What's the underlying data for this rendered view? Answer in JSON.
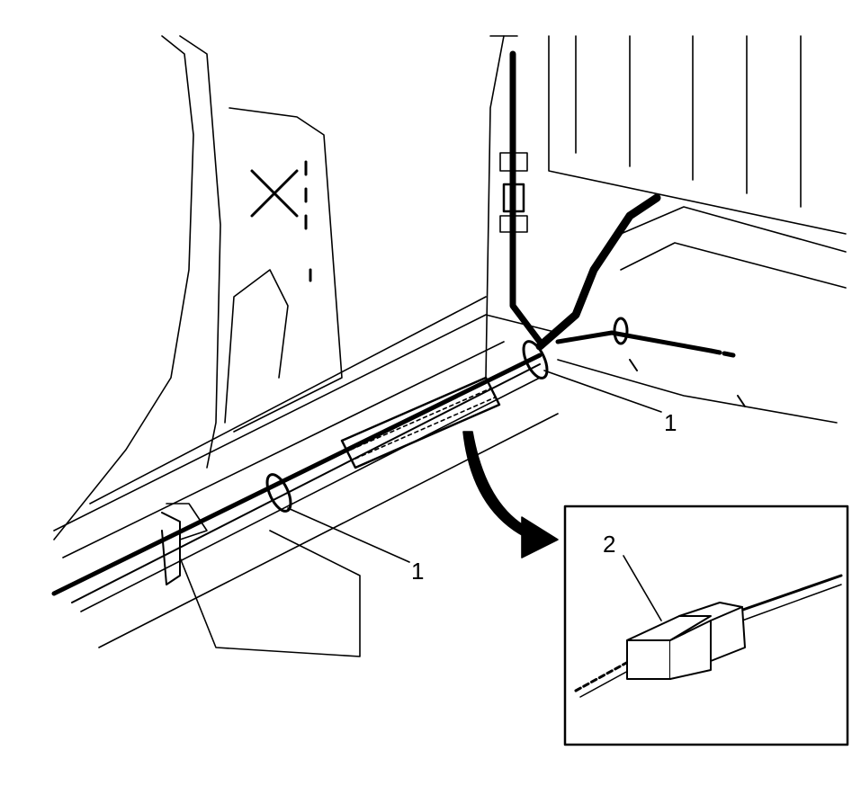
{
  "diagram": {
    "callouts": [
      {
        "label": "1"
      },
      {
        "label": "1"
      },
      {
        "label": "2"
      }
    ],
    "colors": {
      "line": "#000000",
      "background": "#ffffff"
    }
  }
}
